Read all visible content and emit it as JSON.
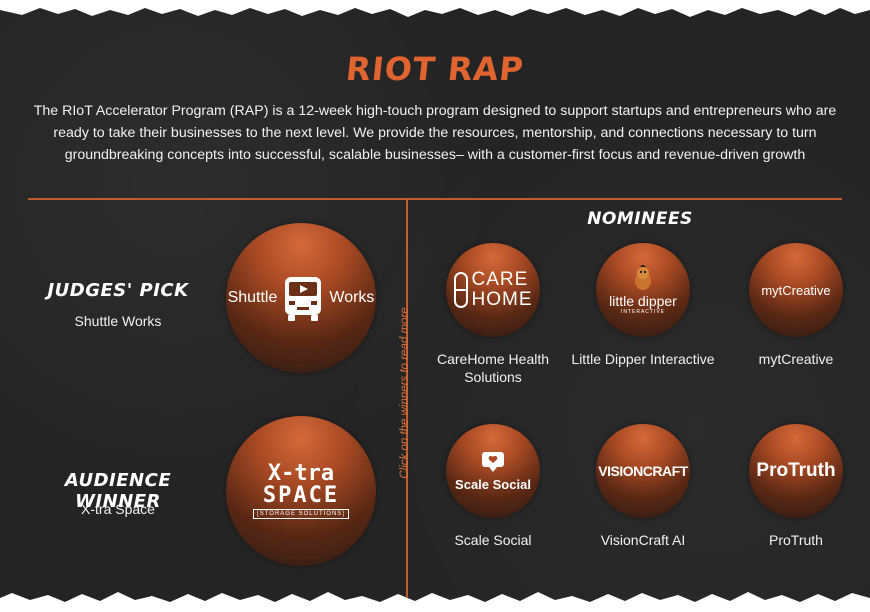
{
  "header": {
    "title": "RIOT RAP",
    "intro": "The RIoT Accelerator Program (RAP) is a 12-week high-touch program designed to support startups and entrepreneurs who are ready to take their businesses to the next level. We provide the resources, mentorship, and connections necessary to turn groundbreaking concepts into successful, scalable businesses– with a customer-first focus and revenue-driven growth"
  },
  "winners": {
    "judges": {
      "heading": "JUDGES' PICK",
      "name": "Shuttle Works",
      "logo_left": "Shuttle",
      "logo_right": "Works"
    },
    "audience": {
      "heading": "AUDIENCE WINNER",
      "name": "X-tra Space",
      "logo_top": "X-tra",
      "logo_mid": "SPACE",
      "logo_bottom": "[STORAGE SOLUTIONS]"
    }
  },
  "vertical_hint": "Click on the winners to read more",
  "nominees": {
    "heading": "NOMINEES",
    "items": [
      {
        "name": "CareHome Health Solutions",
        "logo_line1": "CARE",
        "logo_line2": "HOME"
      },
      {
        "name": "Little Dipper Interactive",
        "logo_line1": "little dipper",
        "logo_line2": "INTERACTIVE"
      },
      {
        "name": "mytCreative",
        "logo_line1": "mytCreative"
      },
      {
        "name": "Scale Social",
        "logo_line1": "Scale Social"
      },
      {
        "name": "VisionCraft AI",
        "logo_line1": "VISIONCRAFT"
      },
      {
        "name": "ProTruth",
        "logo_line1": "ProTruth"
      }
    ]
  },
  "colors": {
    "accent": "#e0642f",
    "background": "#242424",
    "divider": "#c55a2c"
  }
}
